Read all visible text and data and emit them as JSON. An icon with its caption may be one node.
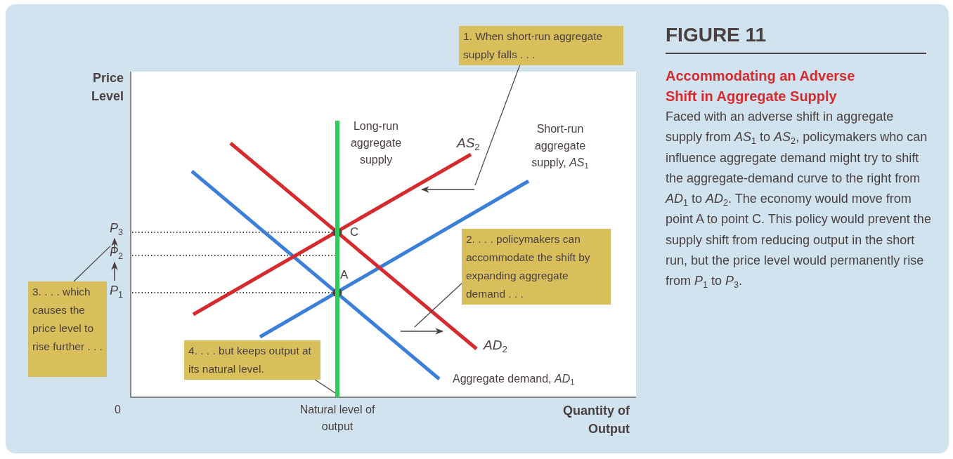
{
  "diagram": {
    "title": "FIGURE 11",
    "caption": "Faced with an adverse shift in aggregate supply from *AS*$_{1}$ to *AS*$_{2}$, policymakers who can influence aggregate demand might try to shift the aggregate-demand curve to the right from *AD*$_{1}$ to *AD*$_{2}$. The economy would move from point A to point C. This policy would prevent the supply shift from reducing output in the short run, but the price level would permanently rise from *P*$_{1}$ to *P*$_{3}$.",
    "nodes": [
      {
        "text": [
          "1. When short-run aggregate supply falls . . ."
        ]
      },
      {
        "text": [
          "2. . . . policymakers can accommodate the shift by expanding aggregate demand . . ."
        ]
      },
      {
        "text": [
          "3. . . . which causes the price level to rise further . . ."
        ]
      },
      {
        "text": [
          "4. . . . but keeps output at its natural level."
        ]
      },
      {
        "text": [],
        "shape": "arrow"
      },
      {
        "text": [],
        "shape": "arrow"
      },
      {
        "text": [],
        "shape": "arrow"
      },
      {
        "text": [],
        "shape": "line"
      }
    ],
    "edges": [
      {
        "from": 0,
        "to": 4,
        "arrow": "none"
      },
      {
        "from": 1,
        "to": 5,
        "arrow": "none"
      },
      {
        "from": 2,
        "to": 6,
        "arrow": "none"
      },
      {
        "from": 3,
        "to": 7,
        "arrow": "none"
      }
    ],
    "labels": [
      "Price Level",
      "Long-run aggregate supply",
      "*AS*$_{2}$",
      "Short-run aggregate supply, *AS*$_{1}$",
      "*P*$_{3}$",
      "C",
      "*P*$_{2}$",
      "A",
      "*P*$_{1}$",
      "*AD*$_{2}$",
      "Aggregate demand, *AD*$_{1}$",
      "0",
      "Natural level of output",
      "Quantity of Output",
      "Accommodating an Adverse Shift in Aggregate Supply"
    ]
  }
}
